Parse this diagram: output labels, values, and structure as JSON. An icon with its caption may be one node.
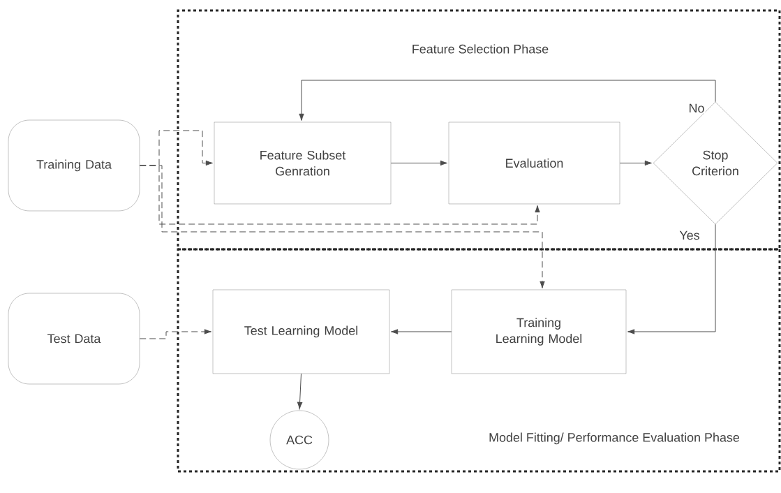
{
  "diagram": {
    "nodes": [
      {
        "text": [
          "Feature Selection Phase"
        ]
      },
      {
        "text": [
          "Training Data"
        ]
      },
      {
        "text": [
          "Feature Subset Genration"
        ],
        "in": 0
      },
      {
        "text": [
          "Evaluation"
        ],
        "in": 0
      },
      {
        "text": [
          "Stop Criterion"
        ],
        "in": 0
      },
      {
        "text": [
          "Test Data"
        ]
      },
      {
        "text": [
          "Model Fitting/ Performance Evaluation Phase"
        ]
      },
      {
        "text": [
          "Test Learning Model"
        ],
        "in": 6
      },
      {
        "text": [
          "Training Learning Model"
        ],
        "in": 6
      },
      {
        "text": [
          "ACC"
        ],
        "in": 6
      }
    ],
    "edges": [
      {
        "from": 1,
        "to": 2,
        "arrow": "to",
        "style": "dashed"
      },
      {
        "from": 1,
        "to": 3,
        "arrow": "to",
        "style": "dashed"
      },
      {
        "from": 1,
        "to": 8,
        "arrow": "to",
        "style": "dashed"
      },
      {
        "from": 2,
        "to": 3,
        "arrow": "to"
      },
      {
        "from": 3,
        "to": 4,
        "arrow": "to"
      },
      {
        "from": 4,
        "to": 2,
        "arrow": "to",
        "label": "No"
      },
      {
        "from": 4,
        "to": 8,
        "arrow": "to",
        "label": "Yes"
      },
      {
        "from": 5,
        "to": 7,
        "arrow": "to",
        "style": "dashed"
      },
      {
        "from": 8,
        "to": 7,
        "arrow": "to"
      },
      {
        "from": 7,
        "to": 9,
        "arrow": "to"
      }
    ]
  }
}
